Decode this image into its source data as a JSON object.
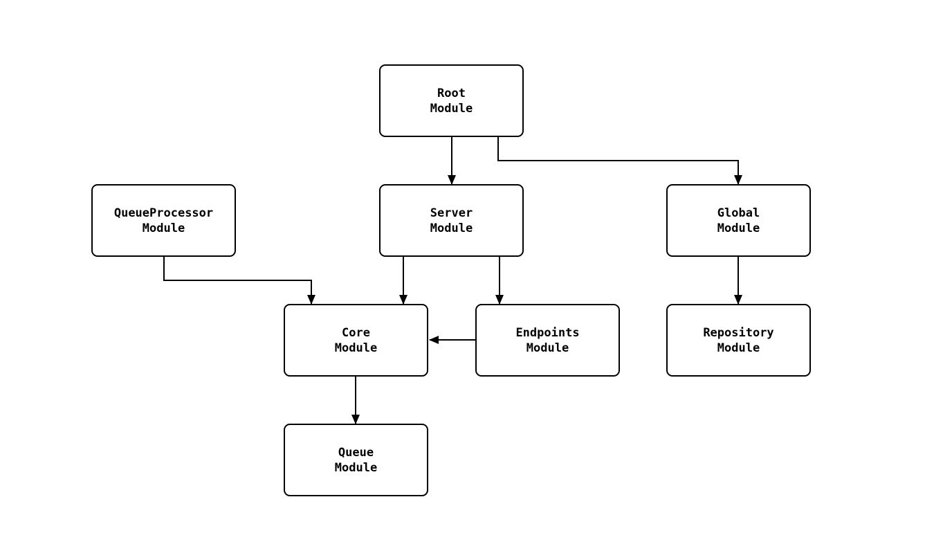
{
  "diagram": {
    "background_color": "#ffffff",
    "node_fill_color": "#ffffff",
    "node_border_color": "#000000",
    "edge_color": "#000000",
    "nodes": [
      {
        "id": "root",
        "line1": "Root",
        "line2": "Module"
      },
      {
        "id": "server",
        "line1": "Server",
        "line2": "Module"
      },
      {
        "id": "global",
        "line1": "Global",
        "line2": "Module"
      },
      {
        "id": "queueprocessor",
        "line1": "QueueProcessor",
        "line2": "Module"
      },
      {
        "id": "core",
        "line1": "Core",
        "line2": "Module"
      },
      {
        "id": "endpoints",
        "line1": "Endpoints",
        "line2": "Module"
      },
      {
        "id": "repository",
        "line1": "Repository",
        "line2": "Module"
      },
      {
        "id": "queue",
        "line1": "Queue",
        "line2": "Module"
      }
    ],
    "edges": [
      {
        "from": "root",
        "to": "server"
      },
      {
        "from": "root",
        "to": "global"
      },
      {
        "from": "queueprocessor",
        "to": "core"
      },
      {
        "from": "server",
        "to": "core"
      },
      {
        "from": "server",
        "to": "endpoints"
      },
      {
        "from": "endpoints",
        "to": "core"
      },
      {
        "from": "global",
        "to": "repository"
      },
      {
        "from": "core",
        "to": "queue"
      }
    ]
  }
}
